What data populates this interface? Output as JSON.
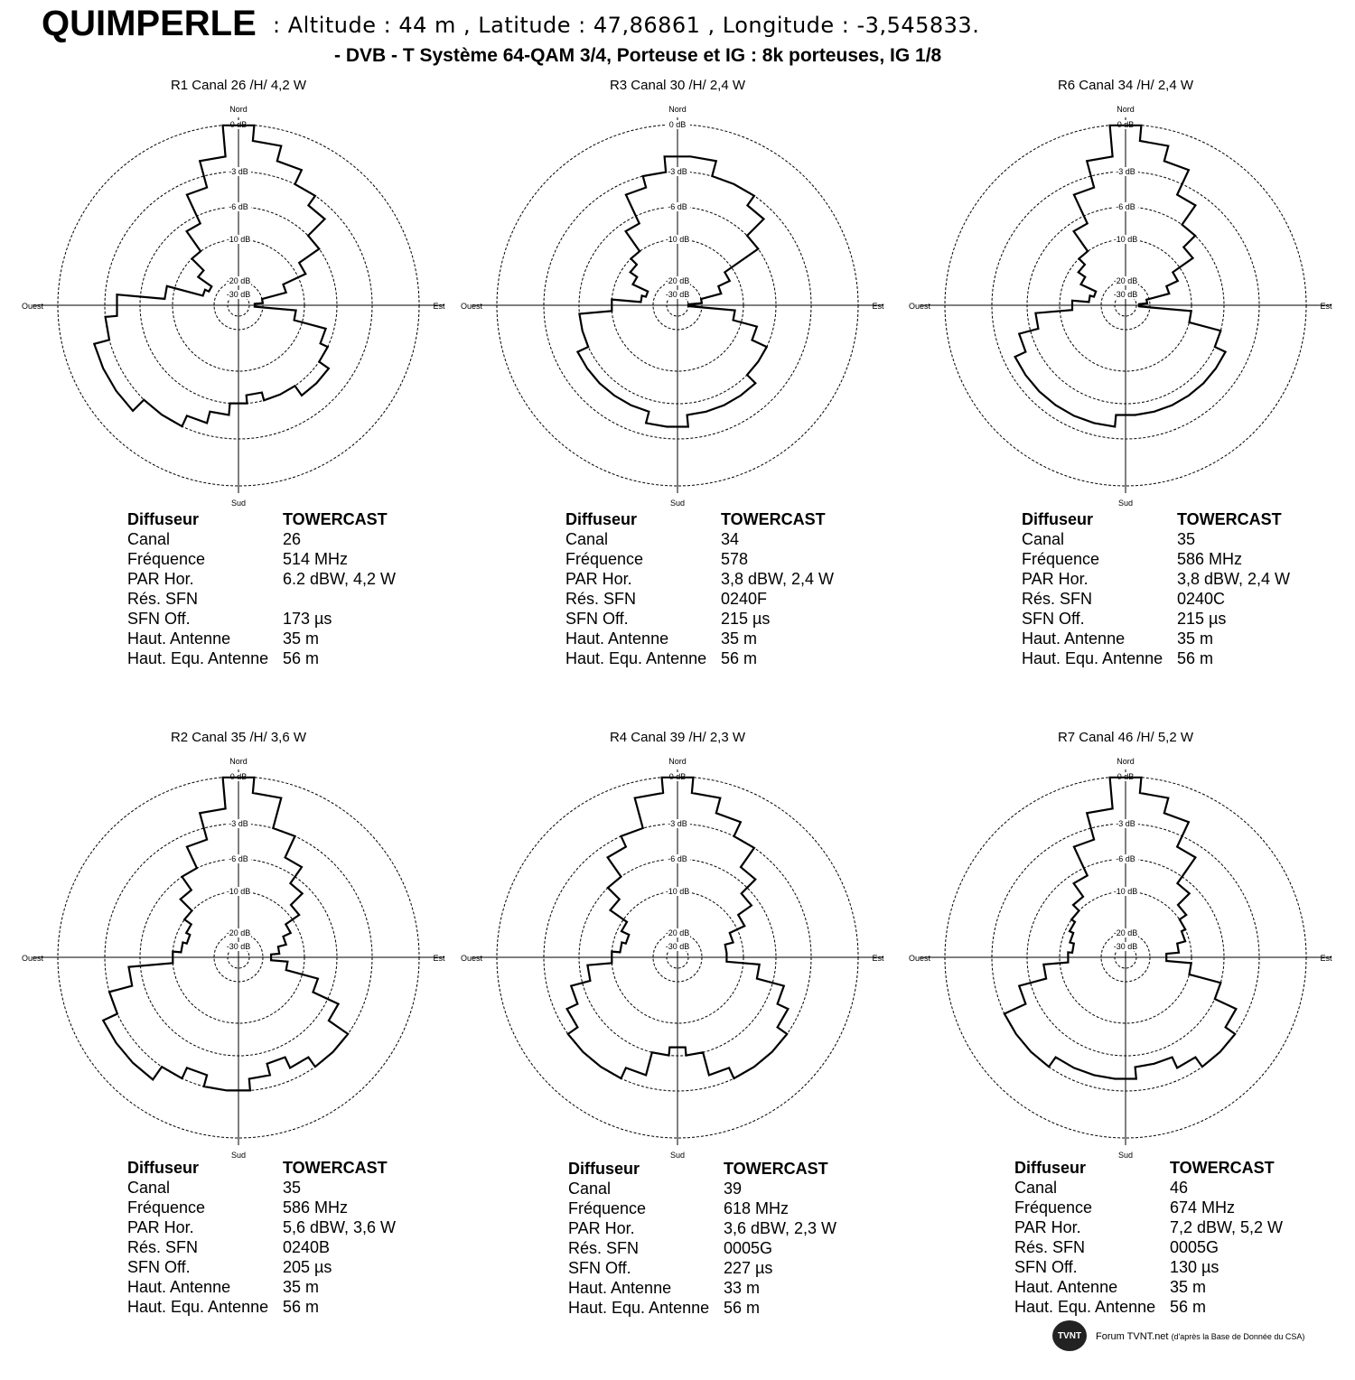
{
  "header": {
    "site": "QUIMPERLE",
    "coords": ": Altitude : 44 m , Latitude : 47,86861 , Longitude : -3,545833.",
    "system": "- DVB - T    Système 64-QAM 3/4,  Porteuse et IG : 8k porteuses, IG 1/8"
  },
  "polar_labels": {
    "north": "Nord",
    "south": "Sud",
    "east": "Est",
    "west": "Ouest",
    "rings": [
      "0 dB",
      "-3 dB",
      "-6 dB",
      "-10 dB",
      "-20 dB",
      "-30 dB"
    ]
  },
  "info_labels": [
    "Diffuseur",
    "Canal",
    "Fréquence",
    "PAR Hor.",
    "Rés. SFN",
    "SFN Off.",
    "Haut. Antenne",
    "Haut. Equ. Antenne"
  ],
  "chart_data": [
    {
      "type": "polar",
      "title": "R1  Canal 26 /H/ 4,2 W",
      "directions_deg": [
        0,
        10,
        20,
        30,
        40,
        50,
        60,
        70,
        80,
        90,
        100,
        110,
        120,
        130,
        140,
        150,
        160,
        170,
        180,
        190,
        200,
        210,
        220,
        230,
        240,
        250,
        260,
        270,
        280,
        290,
        300,
        310,
        320,
        330,
        340,
        350
      ],
      "attenuation_db": [
        0,
        -1,
        -2,
        -3,
        -4,
        -6,
        -9,
        -14,
        -20,
        -26,
        -12,
        -7,
        -6,
        -5,
        -5,
        -6,
        -6,
        -7,
        -6,
        -5,
        -4,
        -3,
        -3,
        -2,
        -2,
        -2,
        -3,
        -4,
        -9,
        -17,
        -18,
        -14,
        -10,
        -7,
        -4,
        -2
      ],
      "info": [
        "TOWERCAST",
        "26",
        "514 MHz",
        "6.2 dBW, 4,2 W",
        "",
        "173 µs",
        "35 m",
        "56 m"
      ]
    },
    {
      "type": "polar",
      "title": "R3  Canal  30 /H/ 2,4 W",
      "directions_deg": [
        0,
        10,
        20,
        30,
        40,
        50,
        60,
        70,
        80,
        90,
        100,
        110,
        120,
        130,
        140,
        150,
        160,
        170,
        180,
        190,
        200,
        210,
        220,
        230,
        240,
        250,
        260,
        270,
        280,
        290,
        300,
        310,
        320,
        330,
        340,
        350
      ],
      "attenuation_db": [
        -2,
        -2,
        -3,
        -3,
        -4,
        -6,
        -12,
        -15,
        -20,
        -30,
        -12,
        -8,
        -6,
        -6,
        -5,
        -5,
        -5,
        -5,
        -4,
        -4,
        -5,
        -5,
        -5,
        -5,
        -5,
        -6,
        -6,
        -10,
        -17,
        -18,
        -14,
        -12,
        -10,
        -7,
        -4,
        -3
      ],
      "info": [
        "TOWERCAST",
        "34",
        "578",
        "3,8 dBW, 2,4 W",
        "0240F",
        "215 µs",
        "35 m",
        "56 m"
      ]
    },
    {
      "type": "polar",
      "title": "R6  Canal  34 /H/ 2,4 W",
      "directions_deg": [
        0,
        10,
        20,
        30,
        40,
        50,
        60,
        70,
        80,
        90,
        100,
        110,
        120,
        130,
        140,
        150,
        160,
        170,
        180,
        190,
        200,
        210,
        220,
        230,
        240,
        250,
        260,
        270,
        280,
        290,
        300,
        310,
        320,
        330,
        340,
        350
      ],
      "attenuation_db": [
        0,
        -1,
        -2,
        -4,
        -6,
        -8,
        -12,
        -15,
        -22,
        -28,
        -10,
        -6,
        -5,
        -5,
        -5,
        -5,
        -5,
        -5,
        -5,
        -4,
        -4,
        -4,
        -4,
        -4,
        -4,
        -5,
        -7,
        -13,
        -17,
        -18,
        -14,
        -12,
        -10,
        -7,
        -4,
        -2
      ],
      "info": [
        "TOWERCAST",
        "35",
        "586 MHz",
        "3,8 dBW, 2,4 W",
        "0240C",
        "215 µs",
        "35 m",
        "56 m"
      ]
    },
    {
      "type": "polar",
      "title": "R2  Canal  35 /H/ 3,6 W",
      "directions_deg": [
        0,
        10,
        20,
        30,
        40,
        50,
        60,
        70,
        80,
        90,
        100,
        110,
        120,
        130,
        140,
        150,
        160,
        170,
        180,
        190,
        200,
        210,
        220,
        230,
        240,
        250,
        260,
        270,
        280,
        290,
        300,
        310,
        320,
        330,
        340,
        350
      ],
      "attenuation_db": [
        0,
        -1,
        -3,
        -5,
        -7,
        -9,
        -12,
        -14,
        -16,
        -18,
        -14,
        -8,
        -5,
        -3,
        -3,
        -4,
        -5,
        -4,
        -3,
        -3,
        -4,
        -3,
        -2,
        -2,
        -2,
        -3,
        -5,
        -10,
        -12,
        -13,
        -12,
        -10,
        -8,
        -6,
        -4,
        -2
      ],
      "info": [
        "TOWERCAST",
        "35",
        "586 MHz",
        "5,6 dBW,  3,6 W",
        "0240B",
        "205 µs",
        "35 m",
        "56 m"
      ]
    },
    {
      "type": "polar",
      "title": "R4  Canal  39 /H/  2,3 W",
      "directions_deg": [
        0,
        10,
        20,
        30,
        40,
        50,
        60,
        70,
        80,
        90,
        100,
        110,
        120,
        130,
        140,
        150,
        160,
        170,
        180,
        190,
        200,
        210,
        220,
        230,
        240,
        250,
        260,
        270,
        280,
        290,
        300,
        310,
        320,
        330,
        340,
        350
      ],
      "attenuation_db": [
        0,
        -1,
        -2,
        -3,
        -5,
        -7,
        -9,
        -12,
        -14,
        -14,
        -8,
        -5,
        -4,
        -3,
        -3,
        -3,
        -4,
        -6,
        -7,
        -6,
        -4,
        -3,
        -3,
        -3,
        -4,
        -5,
        -7,
        -10,
        -12,
        -13,
        -11,
        -8,
        -6,
        -4,
        -3,
        -1
      ],
      "info": [
        "TOWERCAST",
        "39",
        "618 MHz",
        "3,6 dBW, 2,3 W",
        "0005G",
        "227 µs",
        "33 m",
        "56 m"
      ]
    },
    {
      "type": "polar",
      "title": "R7  Canal 46 /H/  5,2 W",
      "directions_deg": [
        0,
        10,
        20,
        30,
        40,
        50,
        60,
        70,
        80,
        90,
        100,
        110,
        120,
        130,
        140,
        150,
        160,
        170,
        180,
        190,
        200,
        210,
        220,
        230,
        240,
        250,
        260,
        270,
        280,
        290,
        300,
        310,
        320,
        330,
        340,
        350
      ],
      "attenuation_db": [
        0,
        -1,
        -2,
        -4,
        -7,
        -9,
        -10,
        -11,
        -13,
        -16,
        -10,
        -6,
        -4,
        -3,
        -3,
        -4,
        -5,
        -5,
        -4,
        -4,
        -4,
        -4,
        -3,
        -3,
        -3,
        -5,
        -8,
        -12,
        -13,
        -12,
        -11,
        -10,
        -9,
        -7,
        -4,
        -2
      ],
      "info": [
        "TOWERCAST",
        "46",
        "674 MHz",
        "7,2 dBW, 5,2 W",
        "0005G",
        "130 µs",
        "35 m",
        "56 m"
      ]
    }
  ],
  "footer": {
    "logo": "TVNT",
    "text": "Forum TVNT.net",
    "sub": "(d'après la Base de Donnée du CSA)"
  }
}
